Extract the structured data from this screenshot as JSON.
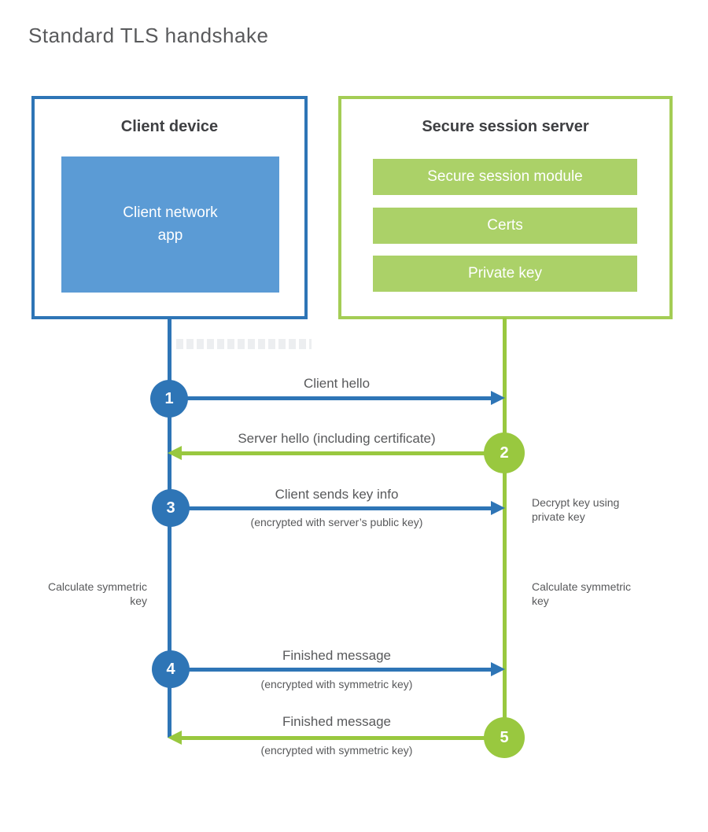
{
  "title": "Standard TLS handshake",
  "colors": {
    "blue_dark": "#2e75b6",
    "blue_light": "#5b9bd5",
    "green_line": "#99c83f",
    "green_border": "#a4cd55",
    "green_bar": "#abd168",
    "text_gray": "#58595b",
    "heading_dark": "#3f4043"
  },
  "client": {
    "title": "Client device",
    "app_lines": [
      "Client network",
      "app"
    ]
  },
  "server": {
    "title": "Secure session server",
    "modules": [
      "Secure session module",
      "Certs",
      "Private key"
    ]
  },
  "steps": [
    {
      "n": "1",
      "label": "Client hello",
      "sub": "",
      "direction": "right",
      "color": "blue"
    },
    {
      "n": "2",
      "label": "Server hello (including certificate)",
      "sub": "",
      "direction": "left",
      "color": "green"
    },
    {
      "n": "3",
      "label": "Client sends key info",
      "sub": "(encrypted with server’s public key)",
      "direction": "right",
      "color": "blue"
    },
    {
      "n": "4",
      "label": "Finished message",
      "sub": "(encrypted with symmetric key)",
      "direction": "right",
      "color": "blue"
    },
    {
      "n": "5",
      "label": "Finished message",
      "sub": "(encrypted with symmetric key)",
      "direction": "left",
      "color": "green"
    }
  ],
  "annotations": {
    "decrypt": "Decrypt key using private key",
    "calc_left": "Calculate symmetric key",
    "calc_right": "Calculate symmetric key"
  }
}
